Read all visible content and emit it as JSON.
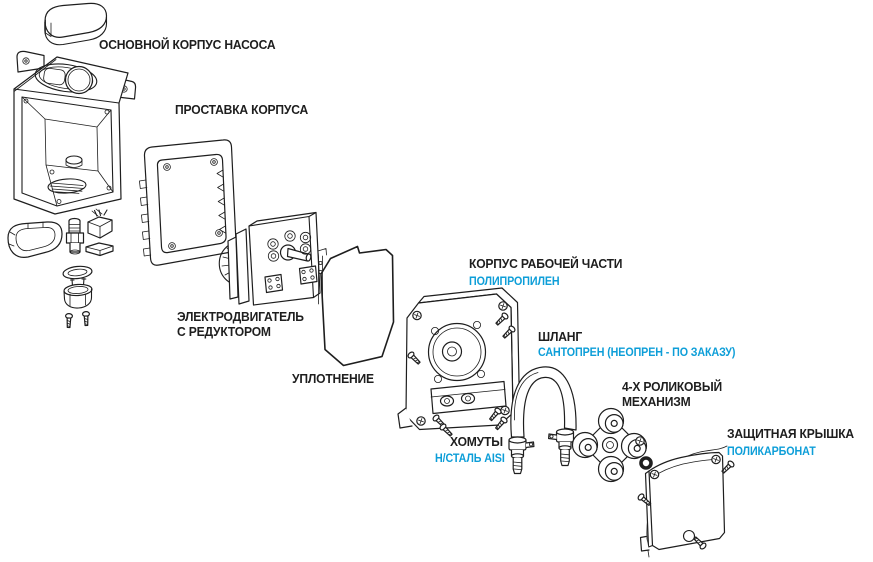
{
  "colors": {
    "ink": "#1e1e1e",
    "accent": "#0d9ed8",
    "background": "#ffffff"
  },
  "diagram": {
    "parts": {
      "pump_body": {
        "title": "ОСНОВНОЙ КОРПУС НАСОСА"
      },
      "spacer": {
        "title": "ПРОСТАВКА КОРПУСА"
      },
      "motor": {
        "title_line1": "ЭЛЕКТРОДВИГАТЕЛЬ",
        "title_line2": "С РЕДУКТОРОМ"
      },
      "seal": {
        "title": "УПЛОТНЕНИЕ"
      },
      "working_body": {
        "title": "КОРПУС РАБОЧЕЙ ЧАСТИ",
        "material": "ПОЛИПРОПИЛЕН"
      },
      "hose": {
        "title": "ШЛАНГ",
        "material": "САНТОПРЕН (НЕОПРЕН - ПО ЗАКАЗУ)"
      },
      "clamps": {
        "title": "ХОМУТЫ",
        "material": "Н/СТАЛЬ AISI"
      },
      "roller_mechanism": {
        "title_line1": "4-Х РОЛИКОВЫЙ",
        "title_line2": "МЕХАНИЗМ"
      },
      "cover": {
        "title": "ЗАЩИТНАЯ КРЫШКА",
        "material": "ПОЛИКАРБОНАТ"
      }
    }
  }
}
